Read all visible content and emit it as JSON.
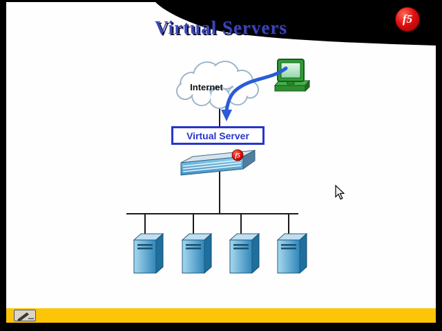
{
  "slide": {
    "title": "Virtual Servers"
  },
  "logo": {
    "text": "f5"
  },
  "diagram": {
    "internet_label": "Internet",
    "virtual_server_label": "Virtual Server",
    "appliance_logo": "f5",
    "server_count": 4
  },
  "icons": {
    "client": "desktop-computer-icon",
    "appliance_badge": "f5-ball-icon",
    "annotation": "pen-icon",
    "pointer": "arrow-cursor-icon"
  },
  "colors": {
    "background": "#000000",
    "slide": "#fefefe",
    "title": "#3946b8",
    "footer_bar": "#fcc508",
    "logo_red": "#e01010",
    "arrow_blue": "#2a5cd8",
    "virtual_server_border": "#2635cc",
    "server_blue": "#338cc0",
    "computer_green": "#2f9e34"
  }
}
